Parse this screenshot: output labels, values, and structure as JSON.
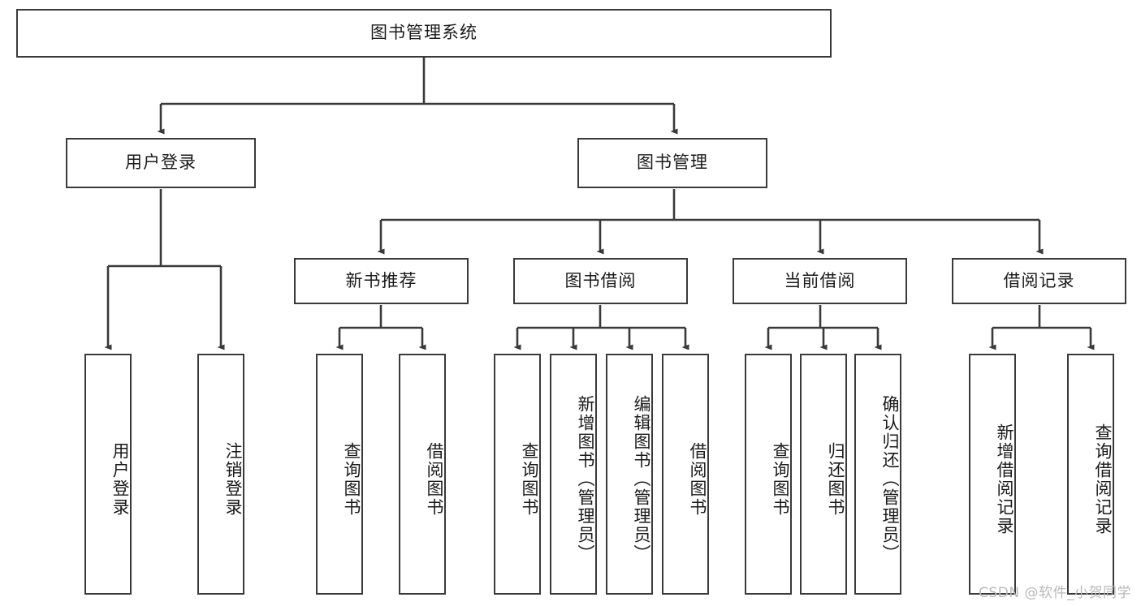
{
  "diagram": {
    "type": "tree-hierarchy-chart",
    "title": "图书管理系统",
    "stroke_color": "#3a3a3a",
    "background_color": "#ffffff",
    "text_color": "#1a1a1a",
    "levels": {
      "root": {
        "label": "图书管理系统"
      },
      "level2": [
        {
          "label": "用户登录"
        },
        {
          "label": "图书管理"
        }
      ],
      "level3": [
        {
          "label": "新书推荐"
        },
        {
          "label": "图书借阅"
        },
        {
          "label": "当前借阅"
        },
        {
          "label": "借阅记录"
        }
      ],
      "level4": {
        "user_login": [
          {
            "label": "用户登录"
          },
          {
            "label": "注销登录"
          }
        ],
        "new_book_recommend": [
          {
            "label": "查询图书"
          },
          {
            "label": "借阅图书"
          }
        ],
        "book_borrow": [
          {
            "label": "查询图书"
          },
          {
            "label": "新增图书（管理员）"
          },
          {
            "label": "编辑图书（管理员）"
          },
          {
            "label": "借阅图书"
          }
        ],
        "current_borrow": [
          {
            "label": "查询图书"
          },
          {
            "label": "归还图书"
          },
          {
            "label": "确认归还（管理员）"
          }
        ],
        "borrow_record": [
          {
            "label": "新增借阅记录"
          },
          {
            "label": "查询借阅记录"
          }
        ]
      }
    }
  },
  "watermark": {
    "text": "CSDN @软件_小贺同学"
  }
}
